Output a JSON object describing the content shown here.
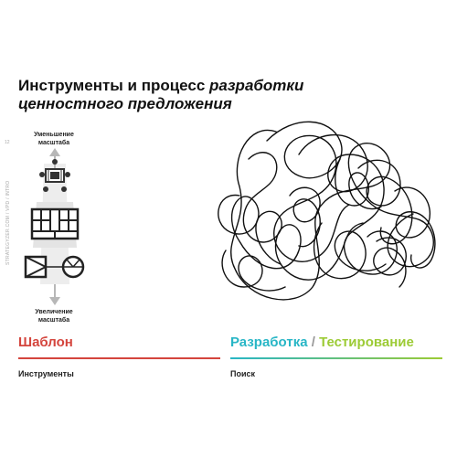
{
  "title": {
    "part1": "Инструменты и процесс ",
    "part1_emph": "разработки",
    "part2_emph": "ценностного предложения"
  },
  "side": {
    "vertical_text": "STRATEGYZER.COM / VPD / INTRO",
    "page_number": "12"
  },
  "zoom": {
    "out_label": "Уменьшение масштаба",
    "in_label": "Увеличение масштаба"
  },
  "template": {
    "heading": "Шаблон",
    "subheading": "Инструменты",
    "color": "#d4453d"
  },
  "design_test": {
    "design": "Разработка",
    "separator": " / ",
    "test": "Тестирование",
    "subheading": "Поиск",
    "design_color": "#28b6c6",
    "test_color": "#9ccb35"
  },
  "icons": [
    "canvas-icon",
    "business-model-canvas-icon",
    "value-proposition-canvas-icon",
    "scribble-drawing"
  ]
}
